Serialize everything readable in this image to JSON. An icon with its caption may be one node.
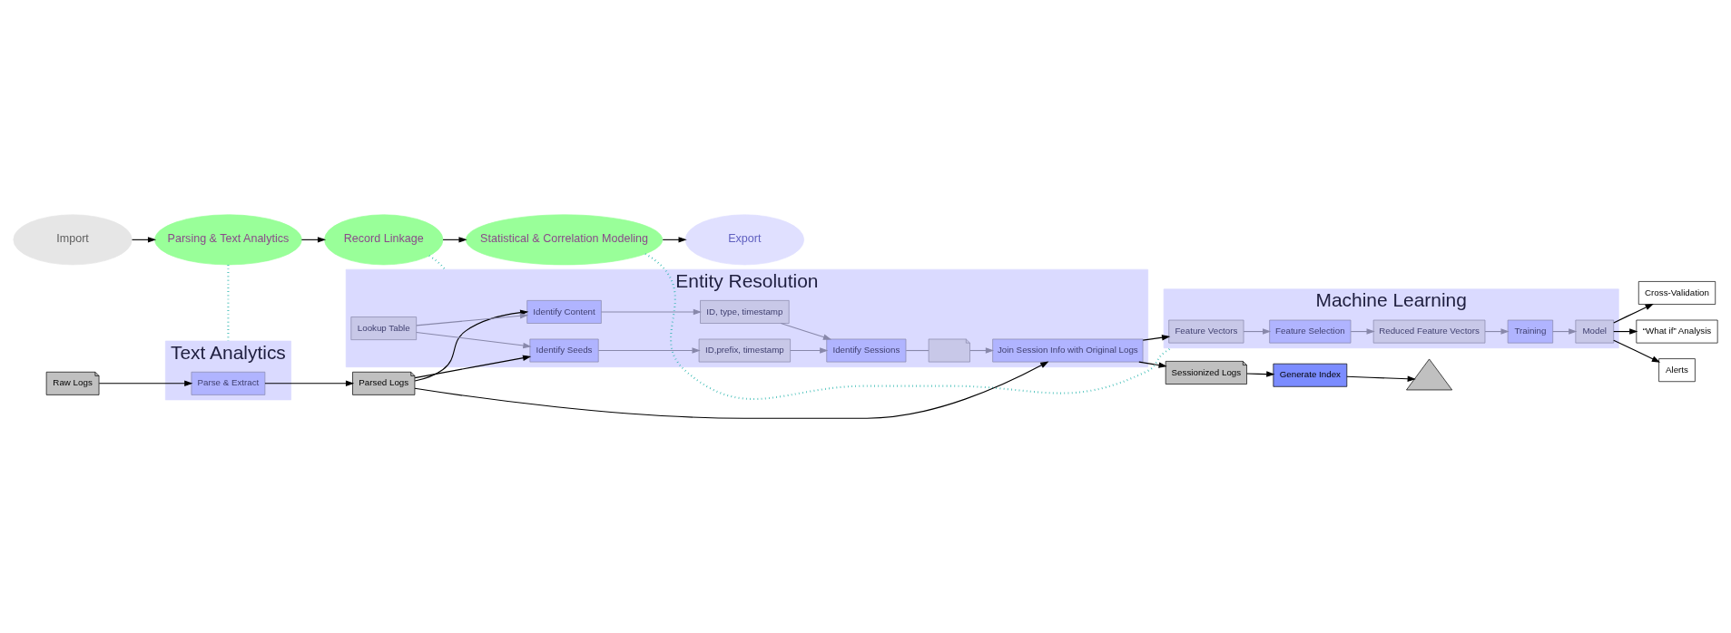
{
  "diagram": {
    "nodes": [
      {
        "text": [
          "Import"
        ]
      },
      {
        "text": [
          "Parsing & Text Analytics"
        ]
      },
      {
        "text": [
          "Record Linkage"
        ]
      },
      {
        "text": [
          "Statistical & Correlation Modeling"
        ]
      },
      {
        "text": [
          "Export"
        ]
      },
      {
        "text": [
          "Raw Logs"
        ]
      },
      {
        "text": [
          "Text Analytics"
        ]
      },
      {
        "text": [
          "Parse & Extract"
        ],
        "in": 6
      },
      {
        "text": [
          "Parsed Logs"
        ]
      },
      {
        "text": [
          "Entity Resolution"
        ]
      },
      {
        "text": [
          "Identify Seeds"
        ],
        "in": 9
      },
      {
        "text": [
          "ID,prefix, timestamp"
        ],
        "in": 9
      },
      {
        "text": [
          "Lookup Table"
        ],
        "in": 9
      },
      {
        "text": [
          "Identify Sessions"
        ],
        "in": 9
      },
      {
        "text": [],
        "shape": "box",
        "in": 9
      },
      {
        "text": [
          "Identify Content"
        ],
        "in": 9
      },
      {
        "text": [
          "ID, type, timestamp"
        ],
        "in": 9
      },
      {
        "text": [
          "Join Session Info with Original Logs"
        ],
        "in": 9
      },
      {
        "text": [
          "Sessionized Logs"
        ]
      },
      {
        "text": [
          "Generate Index"
        ]
      },
      {
        "text": [],
        "shape": "triangle"
      },
      {
        "text": [
          "Machine Learning"
        ]
      },
      {
        "text": [
          "Feature Vectors"
        ],
        "in": 21
      },
      {
        "text": [
          "Feature Selection"
        ],
        "in": 21
      },
      {
        "text": [
          "Reduced Feature Vectors"
        ],
        "in": 21
      },
      {
        "text": [
          "Training"
        ],
        "in": 21
      },
      {
        "text": [
          "Model"
        ],
        "in": 21
      },
      {
        "text": [
          "Cross-Validation"
        ]
      },
      {
        "text": [
          "“What if” Analysis"
        ]
      },
      {
        "text": [
          "Alerts"
        ]
      }
    ],
    "edges": [
      {
        "from": 0,
        "to": 1,
        "arrow": "to"
      },
      {
        "from": 1,
        "to": 2,
        "arrow": "to"
      },
      {
        "from": 2,
        "to": 3,
        "arrow": "to"
      },
      {
        "from": 3,
        "to": 4,
        "arrow": "to"
      },
      {
        "from": 1,
        "to": 6,
        "arrow": "none",
        "style": "dashed",
        "color": "#20b2aa"
      },
      {
        "from": 2,
        "to": 9,
        "arrow": "none",
        "style": "dashed",
        "color": "#20b2aa"
      },
      {
        "from": 3,
        "to": 21,
        "arrow": "none",
        "style": "dashed",
        "color": "#20b2aa"
      },
      {
        "from": 5,
        "to": 7,
        "arrow": "to"
      },
      {
        "from": 7,
        "to": 8,
        "arrow": "to"
      },
      {
        "from": 8,
        "to": 10,
        "arrow": "to"
      },
      {
        "from": 8,
        "to": 15,
        "arrow": "to"
      },
      {
        "from": 8,
        "to": 17,
        "arrow": "to"
      },
      {
        "from": 10,
        "to": 11,
        "arrow": "to",
        "color": "#8888aa"
      },
      {
        "from": 12,
        "to": 10,
        "arrow": "to",
        "color": "#8888aa"
      },
      {
        "from": 12,
        "to": 15,
        "arrow": "to",
        "color": "#8888aa"
      },
      {
        "from": 11,
        "to": 13,
        "arrow": "to",
        "color": "#8888aa"
      },
      {
        "from": 15,
        "to": 16,
        "arrow": "to",
        "color": "#8888aa"
      },
      {
        "from": 16,
        "to": 13,
        "arrow": "to",
        "color": "#8888aa"
      },
      {
        "from": 13,
        "to": 14,
        "arrow": "none",
        "color": "#8888aa"
      },
      {
        "from": 14,
        "to": 17,
        "arrow": "to",
        "color": "#8888aa"
      },
      {
        "from": 17,
        "to": 18,
        "arrow": "to"
      },
      {
        "from": 17,
        "to": 22,
        "arrow": "to"
      },
      {
        "from": 18,
        "to": 19,
        "arrow": "to"
      },
      {
        "from": 19,
        "to": 20,
        "arrow": "to"
      },
      {
        "from": 22,
        "to": 23,
        "arrow": "to",
        "color": "#8888aa"
      },
      {
        "from": 23,
        "to": 24,
        "arrow": "to",
        "color": "#8888aa"
      },
      {
        "from": 24,
        "to": 25,
        "arrow": "to",
        "color": "#8888aa"
      },
      {
        "from": 25,
        "to": 26,
        "arrow": "to",
        "color": "#8888aa"
      },
      {
        "from": 26,
        "to": 27,
        "arrow": "to"
      },
      {
        "from": 26,
        "to": 28,
        "arrow": "to"
      },
      {
        "from": 26,
        "to": 29,
        "arrow": "to"
      }
    ]
  }
}
